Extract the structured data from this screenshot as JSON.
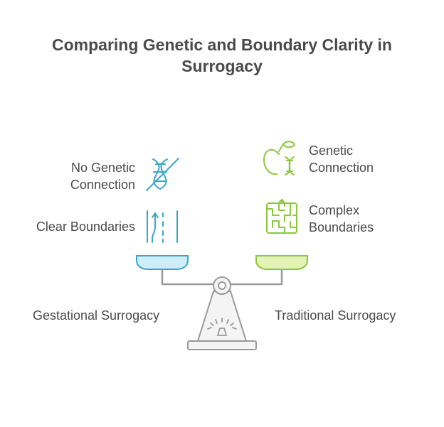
{
  "title": {
    "line1": "Comparing Genetic and Boundary Clarity in",
    "line2": "Surrogacy"
  },
  "left_side": {
    "name": "Gestational Surrogacy",
    "items": [
      {
        "line1": "No Genetic",
        "line2": "Connection",
        "icon": "no-dna-icon"
      },
      {
        "line1": "Clear Boundaries",
        "icon": "parallel-paths-icon"
      }
    ],
    "pan_color": "#cdeef6",
    "accent_color": "#3aa6c8"
  },
  "right_side": {
    "name": "Traditional Surrogacy",
    "items": [
      {
        "line1": "Genetic",
        "line2": "Connection",
        "icon": "apple-dna-icon"
      },
      {
        "line1": "Complex",
        "line2": "Boundaries",
        "icon": "maze-icon"
      }
    ],
    "pan_color": "#e3f3b8",
    "accent_color": "#8cc63f"
  },
  "scale_color": "#9a9a9a"
}
